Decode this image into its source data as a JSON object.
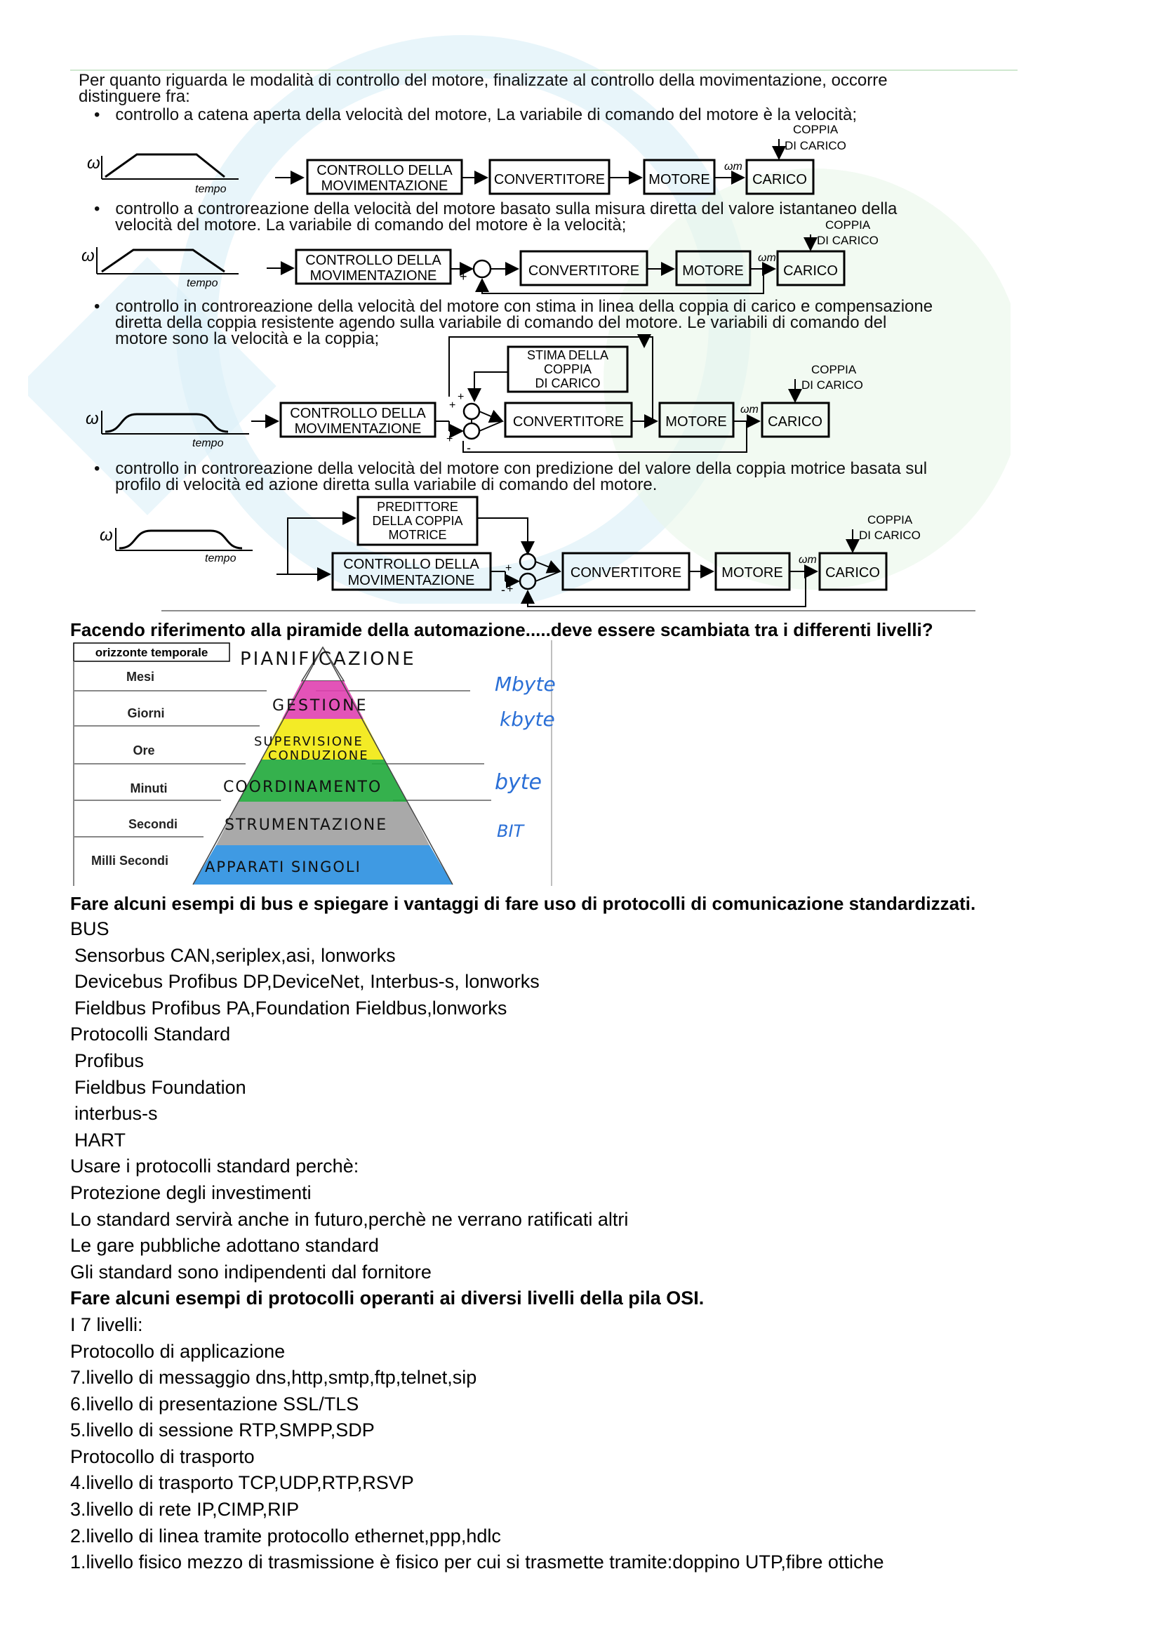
{
  "intro": {
    "line1": "Per quanto riguarda le modalità di controllo del motore, finalizzate al controllo della movimentazione, occorre",
    "line2": "distinguere fra:"
  },
  "bullets": {
    "b1": "controllo a catena aperta della velocità del motore, La variabile di comando del motore è la velocità;",
    "b2_l1": "controllo a controreazione della velocità del motore basato sulla misura diretta del valore istantaneo della",
    "b2_l2": "velocità del motore. La variabile di comando del motore è la velocità;",
    "b3_l1": "controllo in controreazione della velocità del motore con stima in linea della coppia di carico e compensazione",
    "b3_l2": "diretta della coppia resistente agendo sulla variabile di comando del motore. Le variabili di comando del",
    "b3_l3": "motore sono la velocità e la coppia;",
    "b4_l1": "controllo in controreazione della velocità del motore con predizione del valore della coppia motrice basata sul",
    "b4_l2": "profilo di velocità ed azione diretta sulla variabile di comando del motore."
  },
  "diagram_labels": {
    "omega": "ω",
    "omega_m": "ωm",
    "tempo": "tempo",
    "controllo_l1": "CONTROLLO DELLA",
    "controllo_l2": "MOVIMENTAZIONE",
    "convertitore": "CONVERTITORE",
    "motore": "MOTORE",
    "carico": "CARICO",
    "coppia_l1": "COPPIA",
    "coppia_l2": "DI CARICO",
    "stima_l1": "STIMA DELLA",
    "stima_l2": "COPPIA",
    "stima_l3": "DI CARICO",
    "pred_l1": "PREDITTORE",
    "pred_l2": "DELLA COPPIA",
    "pred_l3": "MOTRICE",
    "plus": "+",
    "minus": "-"
  },
  "q1": "Facendo riferimento alla piramide della automazione.....deve essere scambiata tra i differenti livelli?",
  "pyramid": {
    "header": "orizzonte temporale",
    "rows": [
      "Mesi",
      "Giorni",
      "Ore",
      "Minuti",
      "Secondi",
      "Milli Secondi"
    ],
    "levels": [
      "PIANIFICAZIONE",
      "GESTIONE",
      "SUPERVISIONE",
      "CONDUZIONE",
      "COORDINAMENTO",
      "STRUMENTAZIONE",
      "APPARATI SINGOLI"
    ],
    "units": [
      "Mbyte",
      "kbyte",
      "byte",
      "BIT"
    ],
    "colors": {
      "gestione": "#e040b0",
      "supervisione": "#f2ea1a",
      "coordinamento": "#1fa83a",
      "strumentazione": "#9a9a9a",
      "apparati": "#2a8fe0"
    }
  },
  "q2": "Fare alcuni esempi di bus e spiegare i vantaggi di fare uso di protocolli di comunicazione standardizzati.",
  "bus": {
    "title": "BUS",
    "lines": [
      "Sensorbus CAN,seriplex,asi, lonworks",
      "Devicebus Profibus DP,DeviceNet, Interbus-s, lonworks",
      "Fieldbus  Profibus PA,Foundation Fieldbus,lonworks"
    ]
  },
  "std": {
    "title": "Protocolli Standard",
    "lines": [
      "Profibus",
      "Fieldbus Foundation",
      "interbus-s",
      "HART"
    ]
  },
  "why": {
    "title": "Usare i protocolli standard perchè:",
    "lines": [
      "Protezione degli investimenti",
      "Lo standard servirà anche in futuro,perchè ne verrano ratificati altri",
      "Le gare pubbliche adottano standard",
      "Gli standard sono indipendenti dal fornitore"
    ]
  },
  "q3": "Fare alcuni esempi di protocolli operanti ai diversi livelli della pila OSI.",
  "osi": {
    "title": "I 7 livelli:",
    "app": "Protocollo di applicazione",
    "l7": "7.livello di messaggio dns,http,smtp,ftp,telnet,sip",
    "l6": "6.livello di presentazione SSL/TLS",
    "l5": "5.livello di sessione RTP,SMPP,SDP",
    "trasp": "Protocollo di trasporto",
    "l4": "4.livello di trasporto TCP,UDP,RTP,RSVP",
    "l3": "3.livello di rete  IP,CIMP,RIP",
    "l2": "2.livello di linea tramite protocollo ethernet,ppp,hdlc",
    "l1": "1.livello fisico mezzo di trasmissione è fisico per cui si trasmette tramite:doppino UTP,fibre ottiche"
  }
}
